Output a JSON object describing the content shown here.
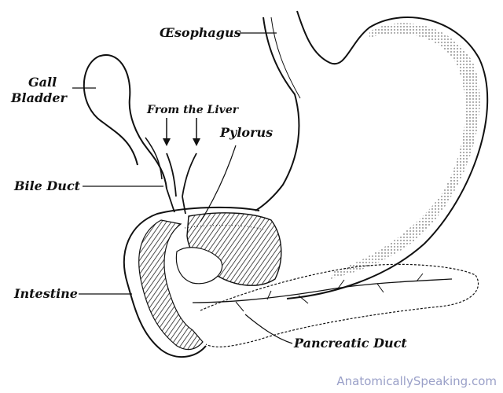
{
  "labels": {
    "oesophagus": "Œsophagus",
    "gall_bladder_line1": "Gall",
    "gall_bladder_line2": "Bladder",
    "from_the_liver": "From the Liver",
    "pylorus": "Pylorus",
    "bile_duct": "Bile Duct",
    "intestine": "Intestine",
    "pancreatic_duct": "Pancreatic Duct"
  },
  "watermark": "AnatomicallySpeaking.com",
  "colors": {
    "ink": "#111111",
    "watermark": "#9aa0c8",
    "background": "#ffffff"
  }
}
